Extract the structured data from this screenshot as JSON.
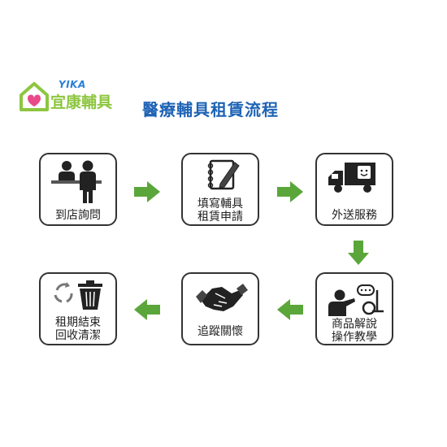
{
  "logo": {
    "brand": "YIKA",
    "name": "宜康輔具"
  },
  "title": "醫療輔具租賃流程",
  "steps": [
    {
      "line1": "到店詢問",
      "line2": "",
      "icon": "store-counter-icon"
    },
    {
      "line1": "填寫輔具",
      "line2": "租賃申請",
      "icon": "notebook-pencil-icon"
    },
    {
      "line1": "外送服務",
      "line2": "",
      "icon": "delivery-truck-icon"
    },
    {
      "line1": "商品解說",
      "line2": "操作教學",
      "icon": "teaching-icon"
    },
    {
      "line1": "追蹤關懷",
      "line2": "",
      "icon": "handshake-icon"
    },
    {
      "line1": "租期結束",
      "line2": "回收清潔",
      "icon": "recycle-bin-icon"
    }
  ],
  "colors": {
    "arrow": "#5aa63a",
    "title": "#1e63b5",
    "logo_green": "#8dc63f",
    "logo_blue": "#2a7fd4",
    "border": "#333333"
  }
}
